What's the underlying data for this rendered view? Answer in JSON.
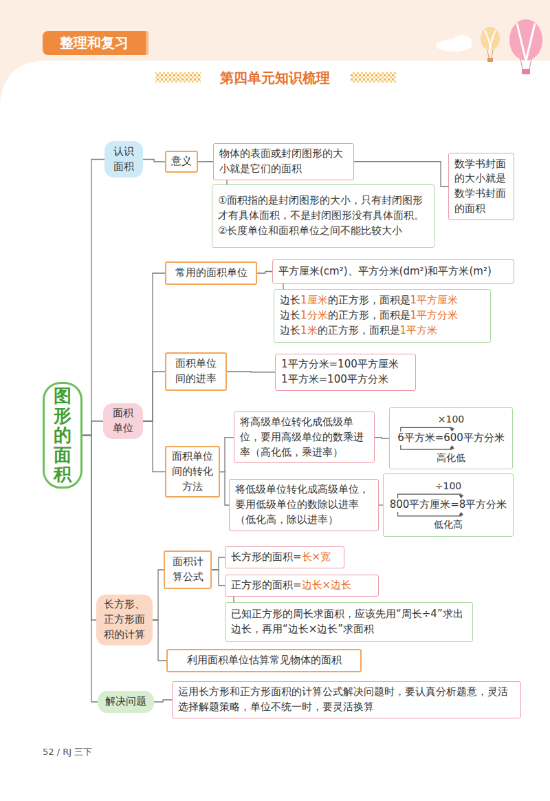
{
  "diagram": {
    "title": "第四单元知识梳理",
    "nodes": [
      {
        "text": [
          "整理和复习"
        ]
      },
      {
        "text": [
          "图形的面积"
        ]
      },
      {
        "text": [
          "认识面积"
        ]
      },
      {
        "text": [
          "意义"
        ]
      },
      {
        "text": [
          "物体的表面或封闭图形的大小就是它们的面积"
        ]
      },
      {
        "text": [
          "数学书封面的大小就是数学书封面的面积"
        ]
      },
      {
        "text": [
          "①面积指的是封闭图形的大小，只有封闭图形才有具体面积，不是封闭图形没有具体面积。",
          "②长度单位和面积单位之间不能比较大小"
        ]
      },
      {
        "text": [
          "面积单位"
        ]
      },
      {
        "text": [
          "常用的面积单位"
        ]
      },
      {
        "text": [
          "平方厘米(cm²)、平方分米(dm²)和平方米(m²)"
        ]
      },
      {
        "text": [
          "边长1厘米的正方形，面积是1平方厘米",
          "边长1分米的正方形，面积是1平方分米",
          "边长1米的正方形，面积是1平方米"
        ]
      },
      {
        "text": [
          "面积单位间的进率"
        ]
      },
      {
        "text": [
          "1平方分米=100平方厘米",
          "1平方米=100平方分米"
        ]
      },
      {
        "text": [
          "面积单位间的转化方法"
        ]
      },
      {
        "text": [
          "将高级单位转化成低级单位，要用高级单位的数乘进率（高化低，乘进率）"
        ]
      },
      {
        "text": [
          "×100",
          "6平方米=600平方分米",
          "高化低"
        ]
      },
      {
        "text": [
          "将低级单位转化成高级单位，要用低级单位的数除以进率（低化高，除以进率）"
        ]
      },
      {
        "text": [
          "÷100",
          "800平方厘米=8平方分米",
          "低化高"
        ]
      },
      {
        "text": [
          "长方形、正方形面积的计算"
        ]
      },
      {
        "text": [
          "面积计算公式"
        ]
      },
      {
        "text": [
          "长方形的面积=长×宽"
        ]
      },
      {
        "text": [
          "正方形的面积=边长×边长"
        ]
      },
      {
        "text": [
          "已知正方形的周长求面积，应该先用“周长÷4”求出边长，再用“边长×边长”求面积"
        ]
      },
      {
        "text": [
          "利用面积单位估算常见物体的面积"
        ]
      },
      {
        "text": [
          "解决问题"
        ]
      },
      {
        "text": [
          "运用长方形和正方形面积的计算公式解决问题时，要认真分析题意，灵活选择解题策略，单位不统一时，要灵活换算"
        ]
      }
    ],
    "edges": [
      {
        "from": 1,
        "to": 2,
        "arrow": "none"
      },
      {
        "from": 1,
        "to": 7,
        "arrow": "none"
      },
      {
        "from": 1,
        "to": 18,
        "arrow": "none"
      },
      {
        "from": 1,
        "to": 24,
        "arrow": "none"
      },
      {
        "from": 2,
        "to": 3,
        "arrow": "none"
      },
      {
        "from": 3,
        "to": 4,
        "arrow": "none"
      },
      {
        "from": 4,
        "to": 6,
        "arrow": "none"
      },
      {
        "from": 4,
        "to": 5,
        "arrow": "none"
      },
      {
        "from": 7,
        "to": 8,
        "arrow": "none"
      },
      {
        "from": 7,
        "to": 11,
        "arrow": "none"
      },
      {
        "from": 7,
        "to": 13,
        "arrow": "none"
      },
      {
        "from": 8,
        "to": 9,
        "arrow": "none"
      },
      {
        "from": 9,
        "to": 10,
        "arrow": "none"
      },
      {
        "from": 11,
        "to": 12,
        "arrow": "none"
      },
      {
        "from": 13,
        "to": 14,
        "arrow": "none"
      },
      {
        "from": 13,
        "to": 16,
        "arrow": "none"
      },
      {
        "from": 14,
        "to": 15,
        "arrow": "none"
      },
      {
        "from": 16,
        "to": 17,
        "arrow": "none"
      },
      {
        "from": 18,
        "to": 19,
        "arrow": "none"
      },
      {
        "from": 18,
        "to": 23,
        "arrow": "none"
      },
      {
        "from": 19,
        "to": 20,
        "arrow": "none"
      },
      {
        "from": 19,
        "to": 21,
        "arrow": "none"
      },
      {
        "from": 21,
        "to": 22,
        "arrow": "none"
      },
      {
        "from": 24,
        "to": 25,
        "arrow": "none"
      }
    ],
    "labels": [
      "52 / RJ 三下"
    ]
  }
}
